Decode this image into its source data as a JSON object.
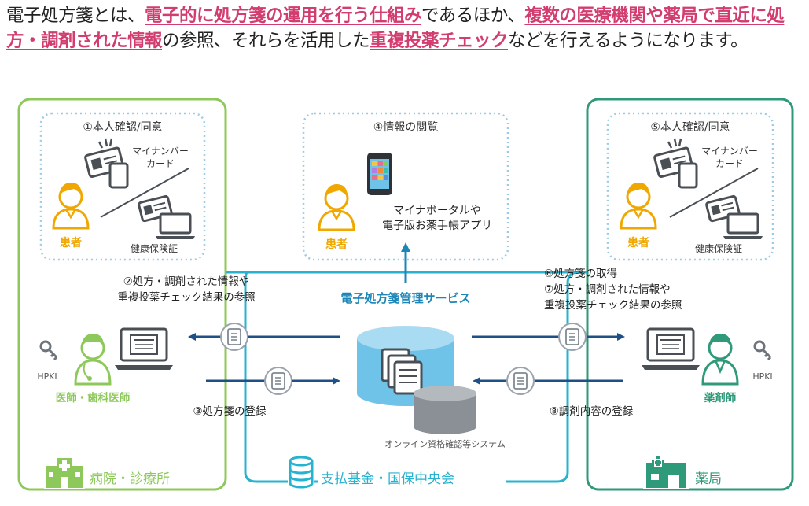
{
  "intro": {
    "p1": "電子処方箋とは、",
    "h1": "電子的に処方箋の運用を行う仕組み",
    "p2": "であるほか、",
    "h2": "複数の医療機関や薬局で直近に処方・調剤された情報",
    "p3": "の参照、それらを活用した",
    "h3": "重複投薬チェック",
    "p4": "などを行えるようになります。"
  },
  "hospital": {
    "label": "病院・診療所",
    "step1": "①本人確認/同意",
    "mynumber": [
      "マイナンバー",
      "カード"
    ],
    "insurance": "健康保険証",
    "patient": "患者",
    "doctor": "医師・歯科医師",
    "hpki": "HPKI"
  },
  "portal": {
    "step4": "④情報の閲覧",
    "app": [
      "マイナポータルや",
      "電子版お薬手帳アプリ"
    ],
    "patient": "患者"
  },
  "pharmacy": {
    "label": "薬局",
    "step5": "⑤本人確認/同意",
    "mynumber": [
      "マイナンバー",
      "カード"
    ],
    "insurance": "健康保険証",
    "patient": "患者",
    "pharmacist": "薬剤師",
    "hpki": "HPKI"
  },
  "center": {
    "service": "電子処方箋管理サービス",
    "online": "オンライン資格確認等システム",
    "fund": "支払基金・国保中央会"
  },
  "flows": {
    "step2": [
      "②処方・調剤された情報や",
      "重複投薬チェック結果の参照"
    ],
    "step3": "③処方箋の登録",
    "step6": "⑥処方箋の取得",
    "step7": [
      "⑦処方・調剤された情報や",
      "重複投薬チェック結果の参照"
    ],
    "step8": "⑧調剤内容の登録"
  },
  "colors": {
    "hospital_border": "#8dc95a",
    "pharmacy_border": "#2f9a7a",
    "center_border": "#27b3cf",
    "accent_text": "#d23c6e",
    "service_text": "#1d86b8",
    "arrow": "#1e4f86",
    "patient_label": "#f0a800"
  }
}
